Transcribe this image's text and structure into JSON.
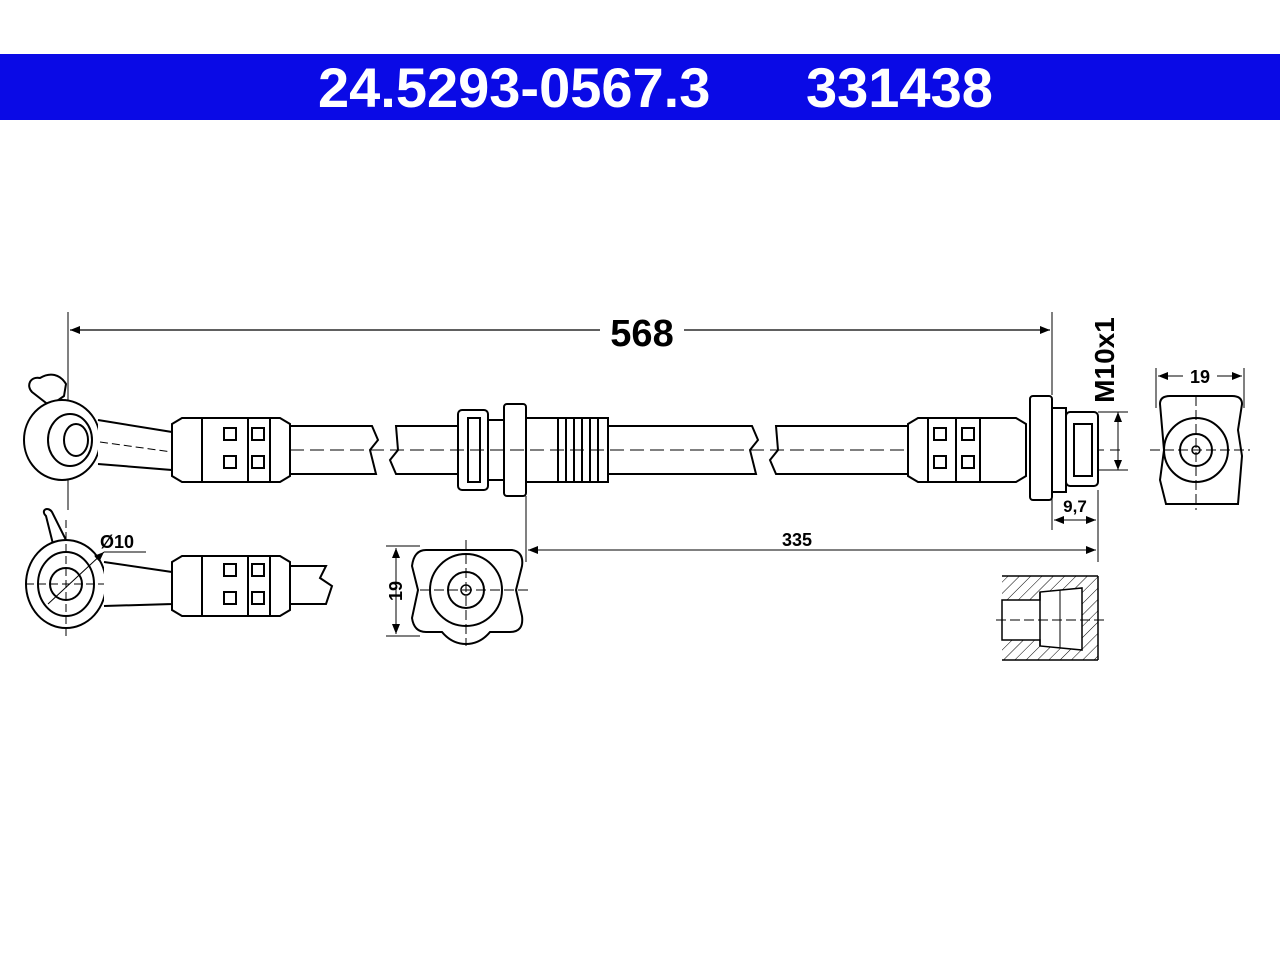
{
  "header": {
    "part_number_primary": "24.5293-0567.3",
    "part_number_secondary": "331438",
    "background_color": "#0a0ae6",
    "text_color": "#ffffff"
  },
  "dimensions": {
    "overall_length": "568",
    "thread": "M10x1",
    "right_fitting_width": "19",
    "thread_depth": "9,7",
    "bracket_to_end": "335",
    "eye_diameter": "Ø10",
    "middle_bracket_height": "19"
  }
}
